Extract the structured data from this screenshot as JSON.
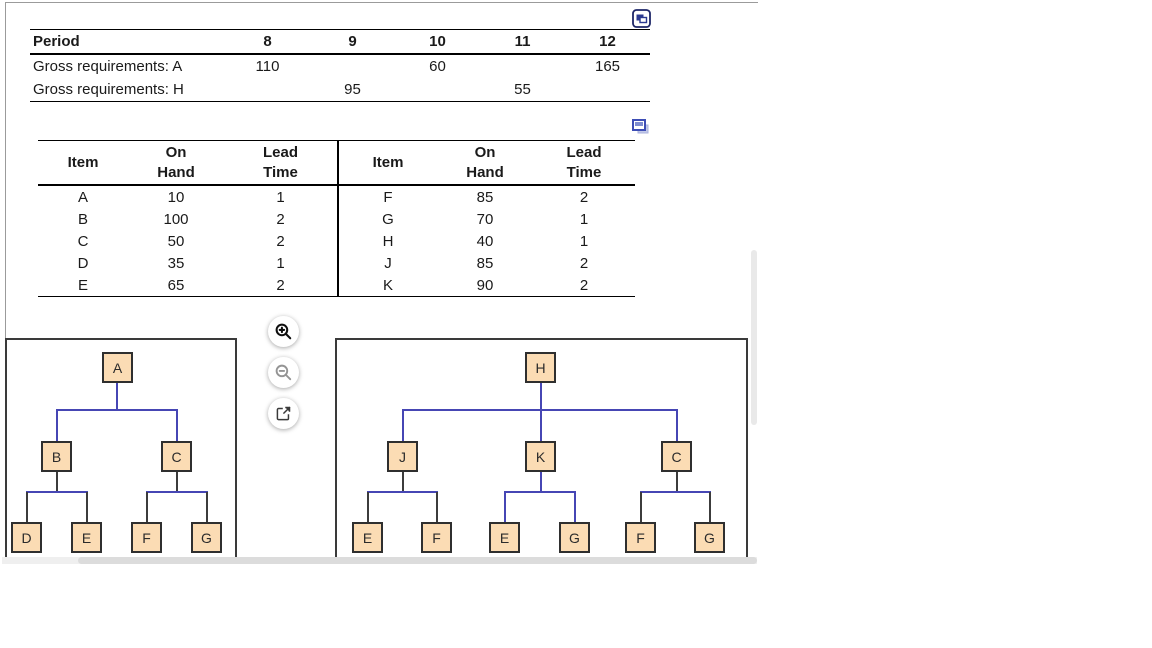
{
  "period_table": {
    "corner_icon": "popout-window-icon",
    "row_header": "Period",
    "periods": [
      "8",
      "9",
      "10",
      "11",
      "12"
    ],
    "rows": [
      {
        "label": "Gross requirements: A",
        "values": [
          "110",
          "",
          "60",
          "",
          "165"
        ]
      },
      {
        "label": "Gross requirements: H",
        "values": [
          "",
          "95",
          "",
          "55",
          ""
        ]
      }
    ]
  },
  "item_table": {
    "corner_icon": "copy-table-icon",
    "halves": [
      {
        "headers": [
          "Item",
          "On\nHand",
          "Lead\nTime"
        ],
        "rows": [
          [
            "A",
            "10",
            "1"
          ],
          [
            "B",
            "100",
            "2"
          ],
          [
            "C",
            "50",
            "2"
          ],
          [
            "D",
            "35",
            "1"
          ],
          [
            "E",
            "65",
            "2"
          ]
        ]
      },
      {
        "headers": [
          "Item",
          "On\nHand",
          "Lead\nTime"
        ],
        "rows": [
          [
            "F",
            "85",
            "2"
          ],
          [
            "G",
            "70",
            "1"
          ],
          [
            "H",
            "40",
            "1"
          ],
          [
            "J",
            "85",
            "2"
          ],
          [
            "K",
            "90",
            "2"
          ]
        ]
      }
    ]
  },
  "trees": [
    {
      "name": "product-structure-A",
      "root": "A",
      "level1": [
        "B",
        "C"
      ],
      "level2": [
        "D",
        "E",
        "F",
        "G"
      ]
    },
    {
      "name": "product-structure-H",
      "root": "H",
      "level1": [
        "J",
        "K",
        "C"
      ],
      "level2": [
        "E",
        "F",
        "E",
        "G",
        "F",
        "G"
      ]
    }
  ],
  "controls": {
    "zoom_in": "zoom-in",
    "zoom_out": "zoom-out",
    "popout": "open-in-new-window"
  },
  "colors": {
    "node_fill": "#fbdcb4",
    "node_border": "#2f2f2f",
    "connector_blue": "#4646b4",
    "connector_dark": "#3c3c3c",
    "icon_navy": "#2b3990",
    "icon_periwinkle": "#7e8cd0"
  }
}
